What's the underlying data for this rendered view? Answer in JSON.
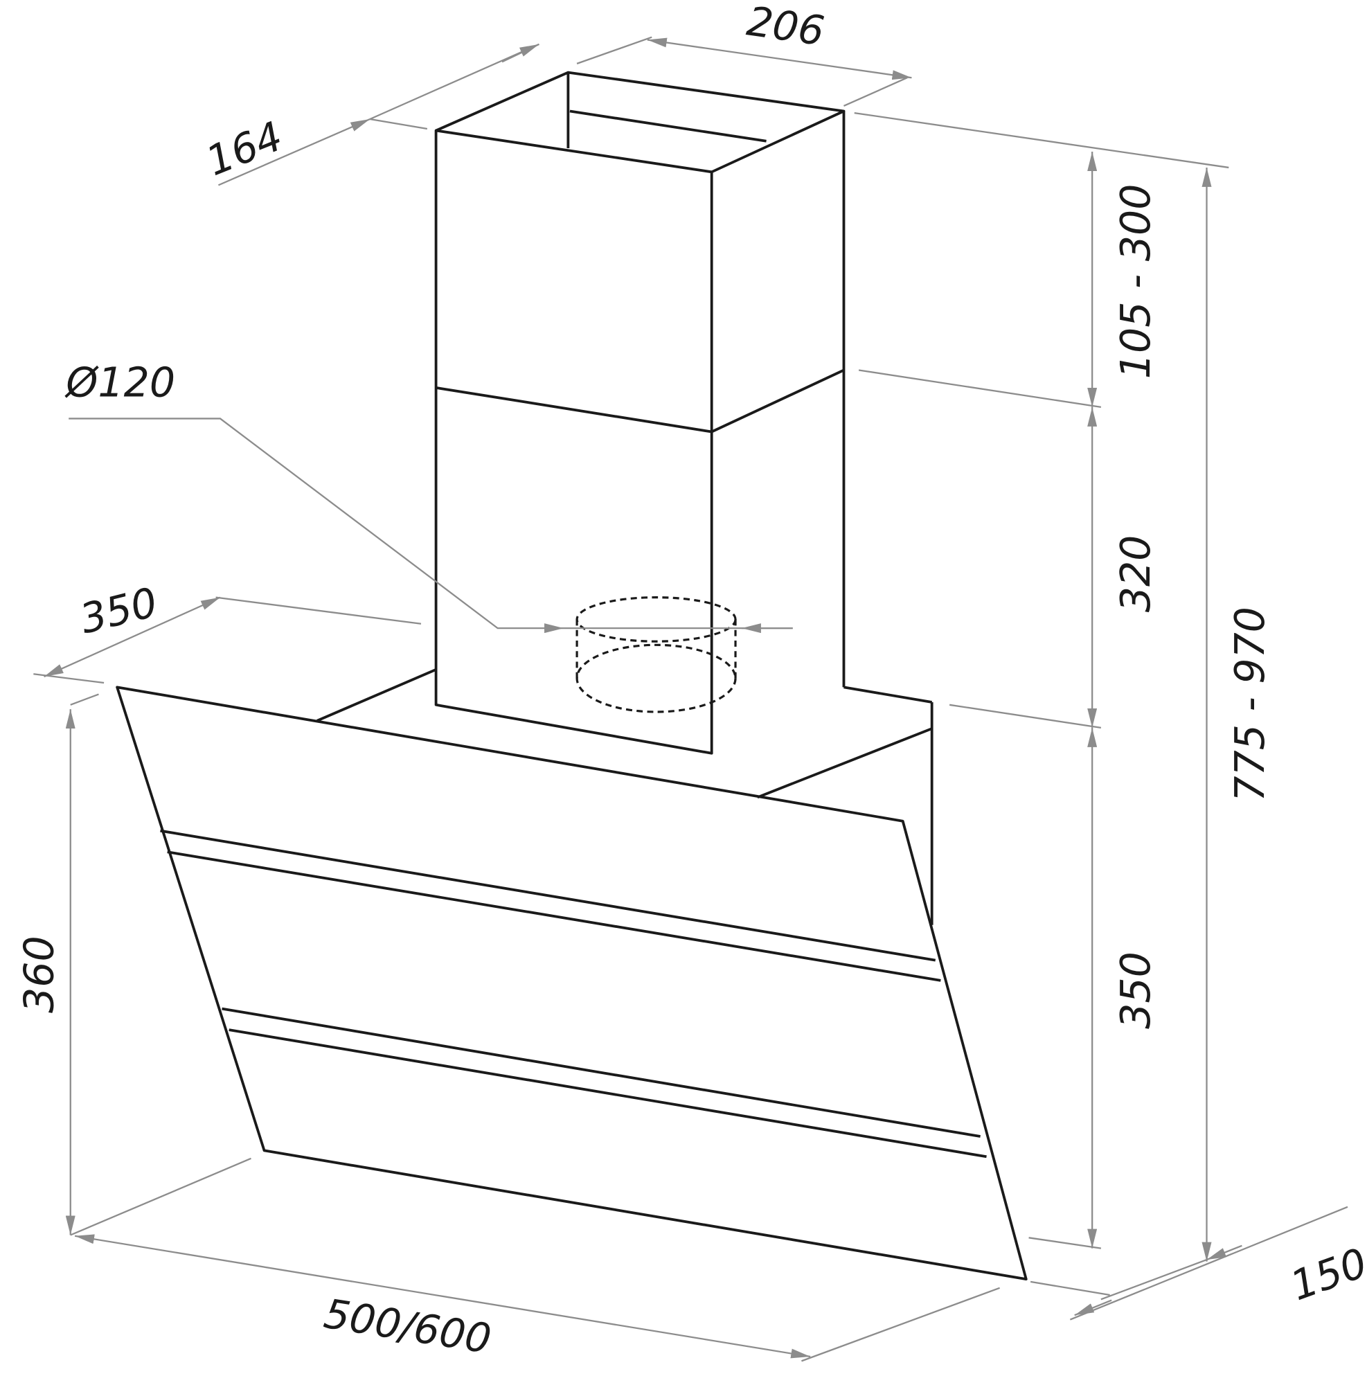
{
  "title": "Range hood dimensions drawing",
  "dimensions": {
    "chimney_depth": "164",
    "chimney_width": "206",
    "duct_diameter": "Ø120",
    "hood_depth_top": "350",
    "chimney_upper_height": "105 - 300",
    "chimney_lower_height": "320",
    "total_height": "775 - 970",
    "glass_height": "360",
    "body_height": "350",
    "width": "500/600",
    "bottom_depth": "150"
  },
  "colors": {
    "line": "#1a1a1a",
    "dimension": "#8c8c8c"
  }
}
